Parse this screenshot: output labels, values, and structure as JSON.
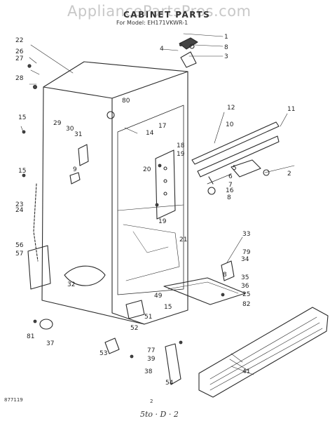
{
  "watermark": "AppliancePartsPros.com",
  "title": "CABINET PARTS",
  "model_line": "For Model: EH171VKWR-1",
  "footer": {
    "left_code": "877119",
    "page_number": "2",
    "handwritten": "5to · D · 2"
  },
  "callouts": [
    "1",
    "2",
    "3",
    "4",
    "5",
    "6",
    "7",
    "8",
    "8",
    "8",
    "9",
    "10",
    "11",
    "12",
    "14",
    "15",
    "15",
    "15",
    "16",
    "17",
    "18",
    "19",
    "19",
    "20",
    "21",
    "22",
    "23",
    "24",
    "25",
    "26",
    "27",
    "28",
    "29",
    "30",
    "31",
    "32",
    "33",
    "34",
    "35",
    "36",
    "37",
    "38",
    "39",
    "41",
    "49",
    "51",
    "52",
    "53",
    "54",
    "56",
    "57",
    "77",
    "79",
    "80",
    "81",
    "82"
  ]
}
